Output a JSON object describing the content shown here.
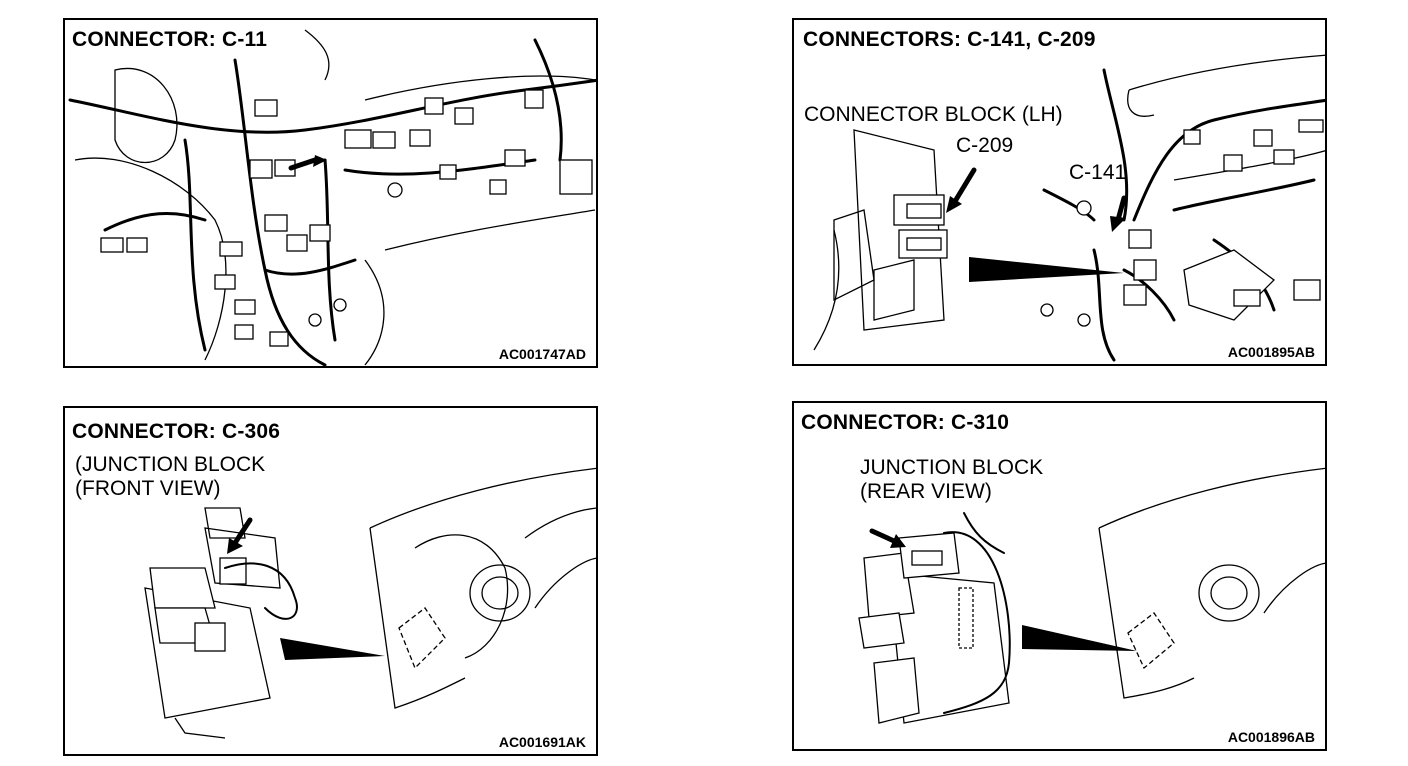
{
  "panels": {
    "c11": {
      "title": "CONNECTOR: C-11",
      "code": "AC001747AD"
    },
    "c141": {
      "title": "CONNECTORS: C-141, C-209",
      "block_label": "CONNECTOR BLOCK (LH)",
      "label_c209": "C-209",
      "label_c141": "C-141",
      "code": "AC001895AB"
    },
    "c306": {
      "title": "CONNECTOR: C-306",
      "line1": "(JUNCTION BLOCK",
      "line2": "(FRONT VIEW)",
      "code": "AC001691AK"
    },
    "c310": {
      "title": "CONNECTOR: C-310",
      "line1": "JUNCTION BLOCK",
      "line2": "(REAR VIEW)",
      "code": "AC001896AB"
    }
  }
}
